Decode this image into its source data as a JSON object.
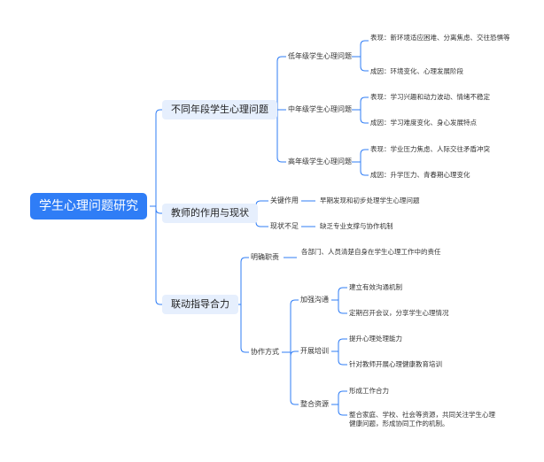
{
  "root": {
    "label": "学生心理问题研究"
  },
  "colors": {
    "root_bg": "#2f7df6",
    "branch_bg": "#e6effd",
    "line": "#2f7df6"
  },
  "branches": [
    {
      "label": "不同年段学生心理问题",
      "children": [
        {
          "label": "低年级学生心理问题",
          "children": [
            "表现：新环境适应困难、分离焦虑、交往恐惧等",
            "成因：环境变化、心理发展阶段"
          ]
        },
        {
          "label": "中年级学生心理问题",
          "children": [
            "表现：学习兴趣和动力波动、情绪不稳定",
            "成因：学习难度变化、身心发展特点"
          ]
        },
        {
          "label": "高年级学生心理问题",
          "children": [
            "表现：学业压力焦虑、人际交往矛盾冲突",
            "成因：升学压力、青春期心理变化"
          ]
        }
      ]
    },
    {
      "label": "教师的作用与现状",
      "children": [
        {
          "label": "关键作用",
          "children": [
            "早期发现和初步处理学生心理问题"
          ]
        },
        {
          "label": "现状不足",
          "children": [
            "缺乏专业支撑与协作机制"
          ]
        }
      ]
    },
    {
      "label": "联动指导合力",
      "children": [
        {
          "label": "明确职责",
          "children": [
            "各部门、人员清楚自身在学生心理工作中的责任"
          ]
        },
        {
          "label": "协作方式",
          "children": [
            {
              "label": "加强沟通",
              "children": [
                "建立有效沟通机制",
                "定期召开会议，分享学生心理情况"
              ]
            },
            {
              "label": "开展培训",
              "children": [
                "提升心理处理能力",
                "针对教师开展心理健康教育培训"
              ]
            },
            {
              "label": "整合资源",
              "children": [
                "形成工作合力",
                "整合家庭、学校、社会等资源，共同关注学生心理健康问题，形成协同工作的机制。"
              ]
            }
          ]
        }
      ]
    }
  ]
}
